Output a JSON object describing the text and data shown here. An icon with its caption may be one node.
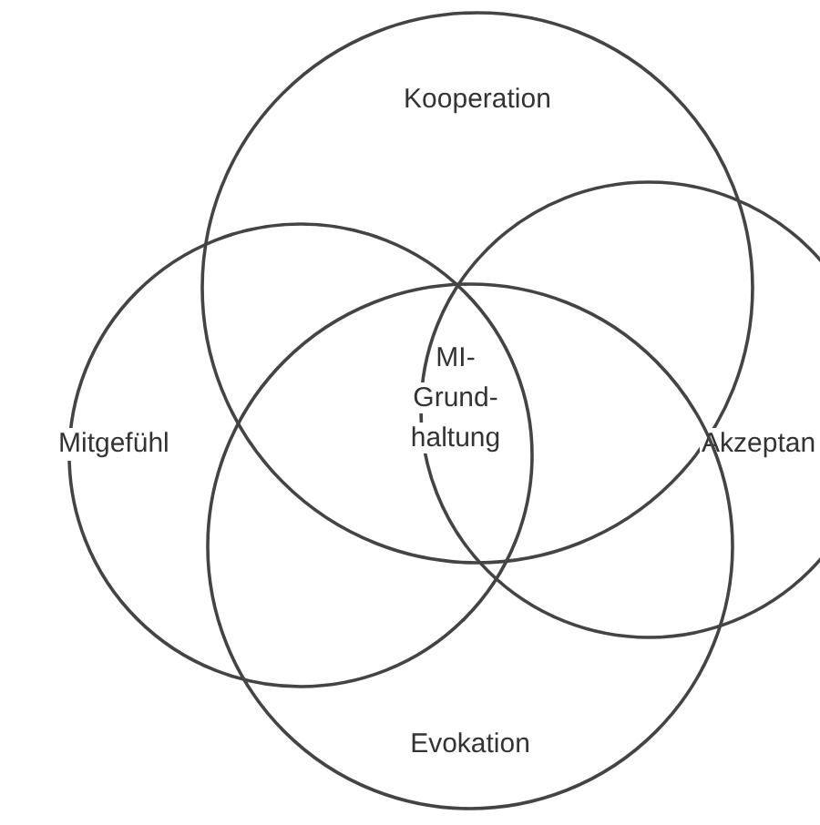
{
  "diagram": {
    "nodes": [
      {
        "text": [
          "Kooperation"
        ]
      },
      {
        "text": [
          "Mitgefühl"
        ]
      },
      {
        "text": [
          "Akzeptan"
        ]
      },
      {
        "text": [
          "Evokation"
        ]
      }
    ],
    "edges": [],
    "labels": [
      "MI- Grund- haltung"
    ]
  }
}
